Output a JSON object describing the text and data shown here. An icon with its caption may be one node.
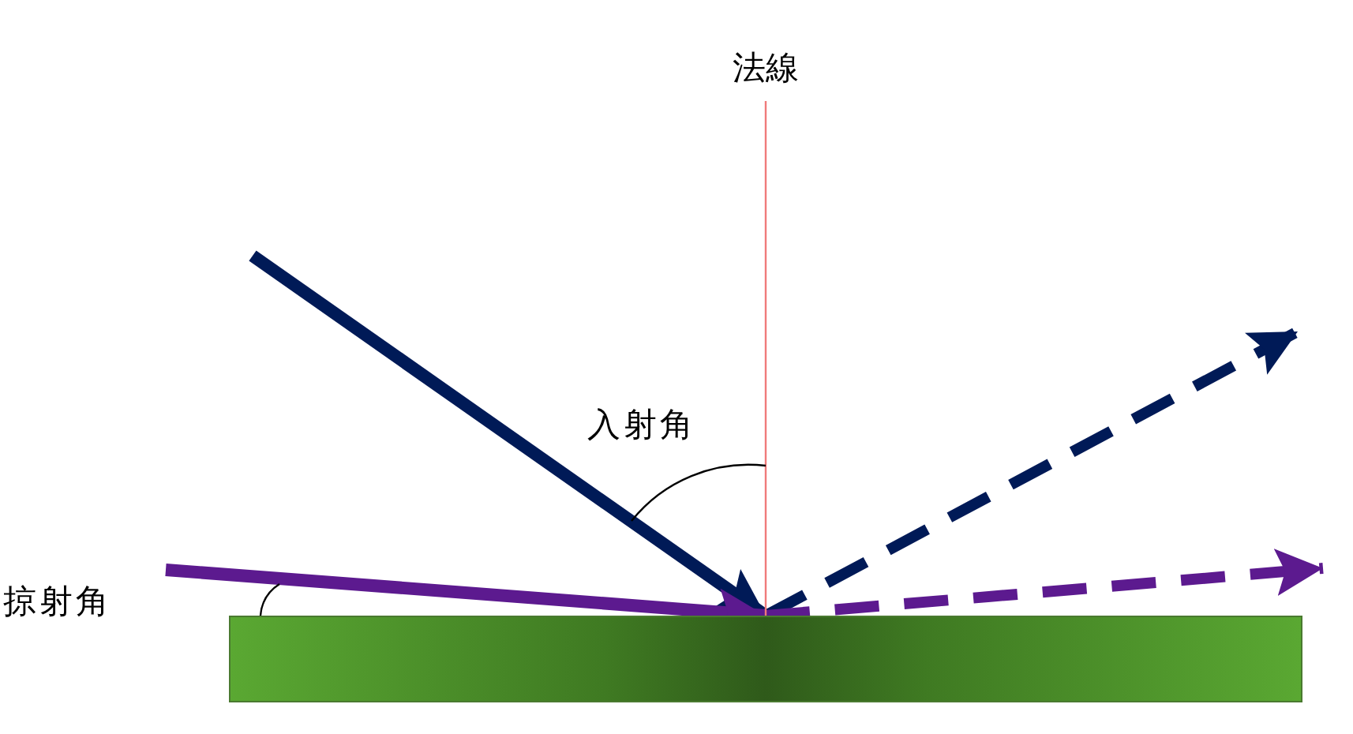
{
  "diagram": {
    "nodes": [
      {
        "text": [
          "法線"
        ]
      },
      {
        "text": [],
        "shape": "bar"
      }
    ],
    "edges": [
      {
        "from": null,
        "to": 1,
        "arrow": "to",
        "color": "#001a57"
      },
      {
        "from": 1,
        "to": null,
        "arrow": "to",
        "style": "dashed",
        "color": "#001a57"
      },
      {
        "from": null,
        "to": 1,
        "arrow": "to",
        "color": "#5c1a8f"
      },
      {
        "from": 1,
        "to": null,
        "arrow": "to",
        "style": "dashed",
        "color": "#5c1a8f"
      },
      {
        "from": 0,
        "to": 1,
        "arrow": "none",
        "color": "#f07a7a"
      }
    ],
    "labels": [
      "入射角",
      "掠射角"
    ]
  }
}
